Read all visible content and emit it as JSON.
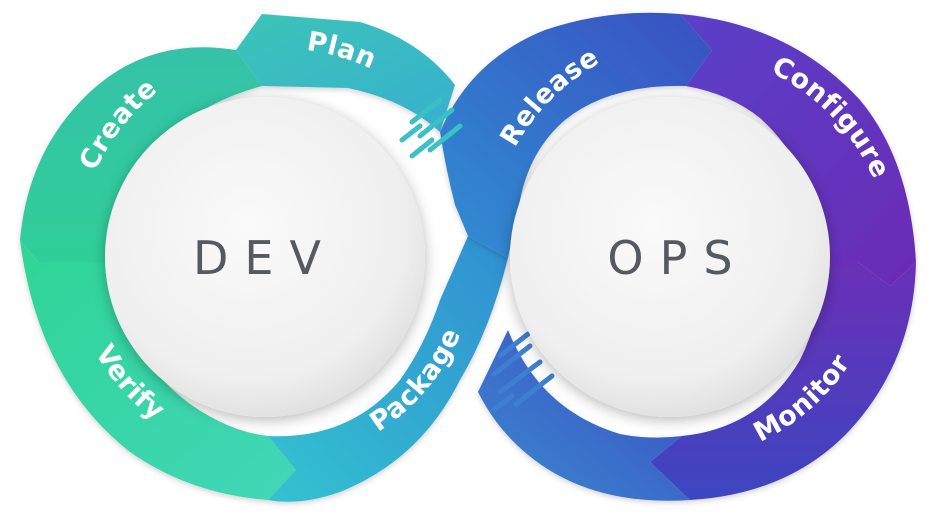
{
  "dev": {
    "title": "DEV",
    "stages": [
      "Plan",
      "Create",
      "Verify",
      "Package"
    ]
  },
  "ops": {
    "title": "OPS",
    "stages": [
      "Release",
      "Configure",
      "Monitor"
    ]
  },
  "colors": {
    "teal": "#33b7c6",
    "green": "#2fd39a",
    "blue": "#2f62c4",
    "purple": "#6a2fb8",
    "core_text": "#555a60"
  }
}
